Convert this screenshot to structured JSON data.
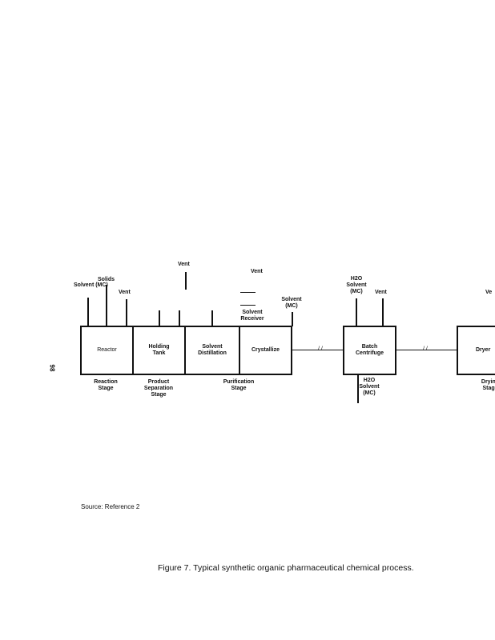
{
  "page_number": "98",
  "diagram": {
    "units": {
      "reactor": "Reactor",
      "holding_tank": "Holding Tank",
      "solvent_distillation": "Solvent Distillation",
      "crystallize": "Crystallize",
      "batch_centrifuge": "Batch Centrifuge",
      "dryer": "Dryer"
    },
    "inputs": {
      "solvent_mc_1": "Solvent (MC)",
      "solids": "Solids",
      "vent_1": "Vent",
      "vent_2": "Vent",
      "vent_3": "Vent",
      "solvent_receiver": "Solvent Receiver",
      "solvent_mc_2": "Solvent (MC)",
      "h2o_solvent_in": "H2O Solvent (MC)",
      "vent_4": "Vent",
      "h2o_solvent_out": "H2O Solvent (MC)",
      "vent_5": "Ve"
    },
    "stages": {
      "reaction": "Reaction Stage",
      "product_separation": "Product Separation Stage",
      "purification": "Purification Stage",
      "drying": "Drying Stage"
    }
  },
  "source": "Source:  Reference 2",
  "caption": "Figure 7.  Typical synthetic organic pharmaceutical chemical process."
}
